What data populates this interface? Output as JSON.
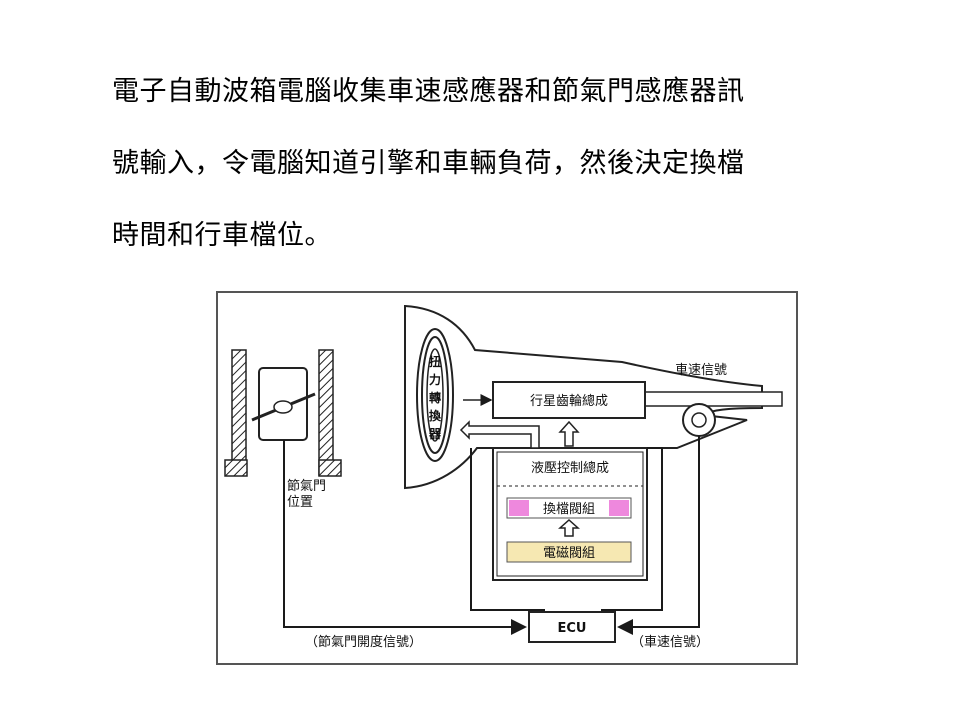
{
  "slide": {
    "lines": [
      "電子自動波箱電腦收集車速感應器和節氣門感應器訊",
      "號輸入，令電腦知道引擎和車輛負荷，然後決定換檔",
      "時間和行車檔位。"
    ]
  },
  "diagram": {
    "torque_converter": [
      "扭",
      "力",
      "轉",
      "換",
      "器"
    ],
    "planetary_gear": "行星齒輪總成",
    "hydraulic_control": "液壓控制總成",
    "shift_valve": "換檔閥組",
    "solenoid_valve": "電磁閥組",
    "ecu": "ECU",
    "throttle_position": [
      "節氣門",
      "位置"
    ],
    "speed_signal_top": "車速信號",
    "throttle_signal": "（節氣門開度信號）",
    "speed_signal_bottom": "（車速信號）",
    "colors": {
      "shift_valve_fill": "#ee88dd",
      "solenoid_fill": "#f6e8b2",
      "line": "#1a1a1a",
      "frame": "#555555"
    }
  }
}
